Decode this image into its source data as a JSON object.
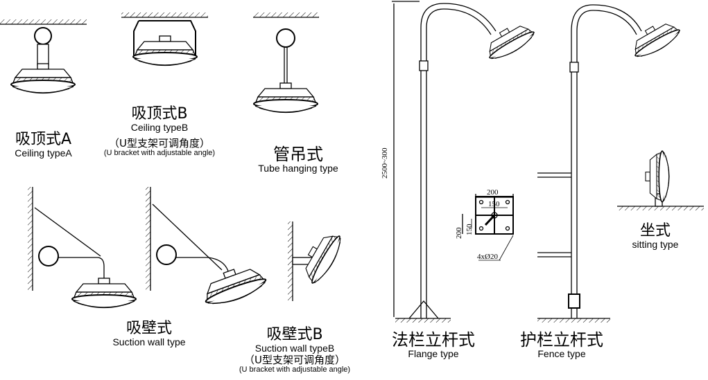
{
  "types": {
    "ceiling_a": {
      "cn": "吸顶式A",
      "en": "Ceiling typeA"
    },
    "ceiling_b": {
      "cn": "吸顶式B",
      "en": "Ceiling typeB",
      "note_cn": "（U型支架可调角度）",
      "note_en": "(U bracket with adjustable angle)"
    },
    "tube": {
      "cn": "管吊式",
      "en": "Tube hanging type"
    },
    "wall": {
      "cn": "吸壁式",
      "en": "Suction wall type"
    },
    "wall_b": {
      "cn": "吸壁式B",
      "en": "Suction wall typeB",
      "note_cn": "（U型支架可调角度）",
      "note_en": "(U bracket with adjustable angle)"
    },
    "flange": {
      "cn": "法栏立杆式",
      "en": "Flange type"
    },
    "fence": {
      "cn": "护栏立杆式",
      "en": "Fence type"
    },
    "sitting": {
      "cn": "坐式",
      "en": "sitting type"
    }
  },
  "dimensions": {
    "pole_height": "2500~300",
    "flange_width": "200",
    "hole_spacing_h": "150",
    "flange_height": "200",
    "hole_spacing_v": "150",
    "holes": "4xØ20"
  }
}
